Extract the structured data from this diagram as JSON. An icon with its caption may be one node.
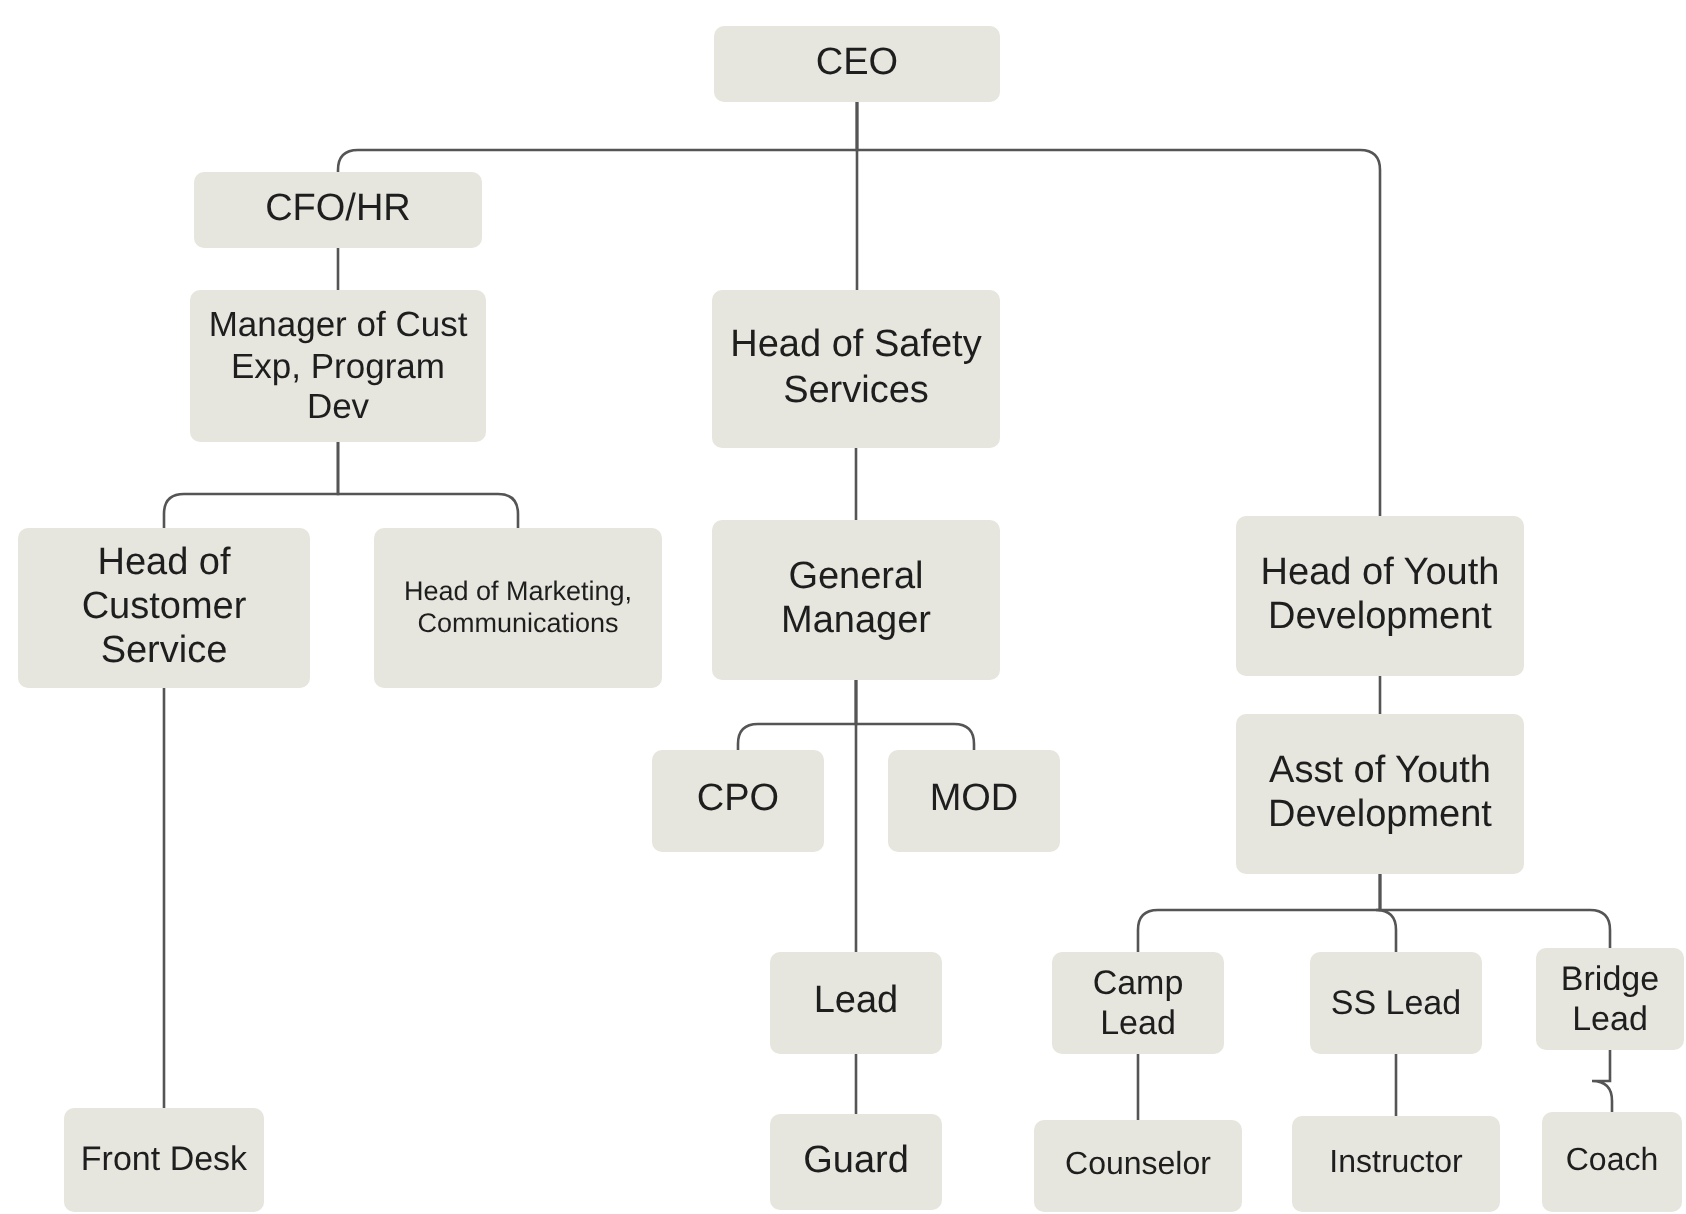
{
  "diagram": {
    "nodes": [
      {
        "text": [
          "CEO"
        ]
      },
      {
        "text": [
          "CFO/HR"
        ]
      },
      {
        "text": [
          "Manager of Cust Exp, Program Dev"
        ]
      },
      {
        "text": [
          "Head of Safety Services"
        ]
      },
      {
        "text": [
          "Head of Customer Service"
        ]
      },
      {
        "text": [
          "Head of Marketing, Communications"
        ]
      },
      {
        "text": [
          "General Manager"
        ]
      },
      {
        "text": [
          "Head of Youth Development"
        ]
      },
      {
        "text": [
          "CPO"
        ]
      },
      {
        "text": [
          "MOD"
        ]
      },
      {
        "text": [
          "Asst of Youth Development"
        ]
      },
      {
        "text": [
          "Lead"
        ]
      },
      {
        "text": [
          "Camp Lead"
        ]
      },
      {
        "text": [
          "SS Lead"
        ]
      },
      {
        "text": [
          "Bridge Lead"
        ]
      },
      {
        "text": [
          "Front Desk"
        ]
      },
      {
        "text": [
          "Guard"
        ]
      },
      {
        "text": [
          "Counselor"
        ]
      },
      {
        "text": [
          "Instructor"
        ]
      },
      {
        "text": [
          "Coach"
        ]
      }
    ],
    "edges": [
      {
        "from": 0,
        "to": 1,
        "arrow": "none"
      },
      {
        "from": 0,
        "to": 3,
        "arrow": "none"
      },
      {
        "from": 0,
        "to": 7,
        "arrow": "none"
      },
      {
        "from": 1,
        "to": 2,
        "arrow": "none"
      },
      {
        "from": 2,
        "to": 4,
        "arrow": "none"
      },
      {
        "from": 2,
        "to": 5,
        "arrow": "none"
      },
      {
        "from": 3,
        "to": 6,
        "arrow": "none"
      },
      {
        "from": 6,
        "to": 8,
        "arrow": "none"
      },
      {
        "from": 6,
        "to": 9,
        "arrow": "none"
      },
      {
        "from": 6,
        "to": 11,
        "arrow": "none"
      },
      {
        "from": 7,
        "to": 10,
        "arrow": "none"
      },
      {
        "from": 10,
        "to": 12,
        "arrow": "none"
      },
      {
        "from": 10,
        "to": 13,
        "arrow": "none"
      },
      {
        "from": 10,
        "to": 14,
        "arrow": "none"
      },
      {
        "from": 4,
        "to": 15,
        "arrow": "none"
      },
      {
        "from": 11,
        "to": 16,
        "arrow": "none"
      },
      {
        "from": 12,
        "to": 17,
        "arrow": "none"
      },
      {
        "from": 13,
        "to": 18,
        "arrow": "none"
      },
      {
        "from": 14,
        "to": 19,
        "arrow": "none"
      }
    ]
  }
}
